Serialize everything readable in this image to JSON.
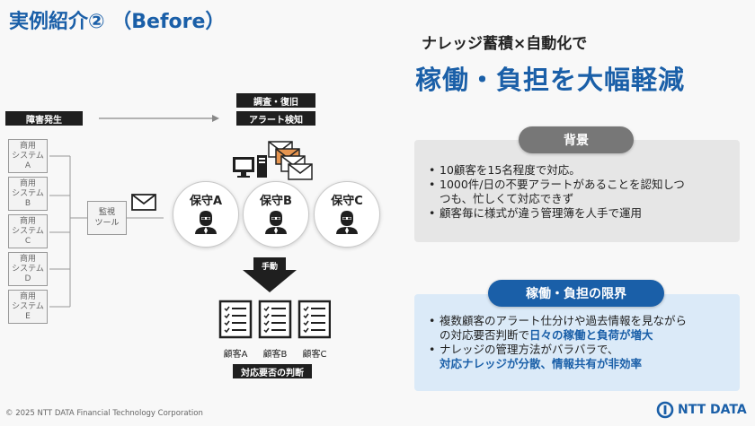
{
  "title": "実例紹介② （Before）",
  "diagram": {
    "incident_label": "障害発生",
    "investigate_label": "調査・復旧",
    "alert_label": "アラート検知",
    "systems": [
      {
        "line1": "商用",
        "line2": "システム",
        "line3": "A"
      },
      {
        "line1": "商用",
        "line2": "システム",
        "line3": "B"
      },
      {
        "line1": "商用",
        "line2": "システム",
        "line3": "C"
      },
      {
        "line1": "商用",
        "line2": "システム",
        "line3": "D"
      },
      {
        "line1": "商用",
        "line2": "システム",
        "line3": "E"
      }
    ],
    "monitor": {
      "line1": "監視",
      "line2": "ツール"
    },
    "maintainers": [
      "保守A",
      "保守B",
      "保守C"
    ],
    "manual_label": "手動",
    "customers": [
      "顧客A",
      "顧客B",
      "顧客C"
    ],
    "judgment_label": "対応要否の判断"
  },
  "headline": {
    "line1": "ナレッジ蓄積×自動化で",
    "line2": "稼働・負担を大幅軽減"
  },
  "background": {
    "label": "背景",
    "bullets": [
      "10顧客を15名程度で対応。",
      "1000件/日の不要アラートがあることを認知しつ",
      "つも、忙しくて対応できず",
      "顧客毎に様式が違う管理簿を人手で運用"
    ]
  },
  "limit": {
    "label": "稼働・負担の限界",
    "b1_line1": "複数顧客のアラート仕分けや過去情報を見ながら",
    "b1_line2_plain": "の対応要否判断で",
    "b1_line2_blue": "日々の稼働と負荷が増大",
    "b2_line1": "ナレッジの管理方法がバラバラで、",
    "b2_line2_blue": "対応ナレッジが分散、情報共有が非効率"
  },
  "footer": "© 2025 NTT DATA Financial Technology Corporation",
  "logo_text": "NTT DATA",
  "colors": {
    "accent": "#1a5fa8",
    "dark": "#1f1f1f",
    "pill_grey": "#777777"
  }
}
